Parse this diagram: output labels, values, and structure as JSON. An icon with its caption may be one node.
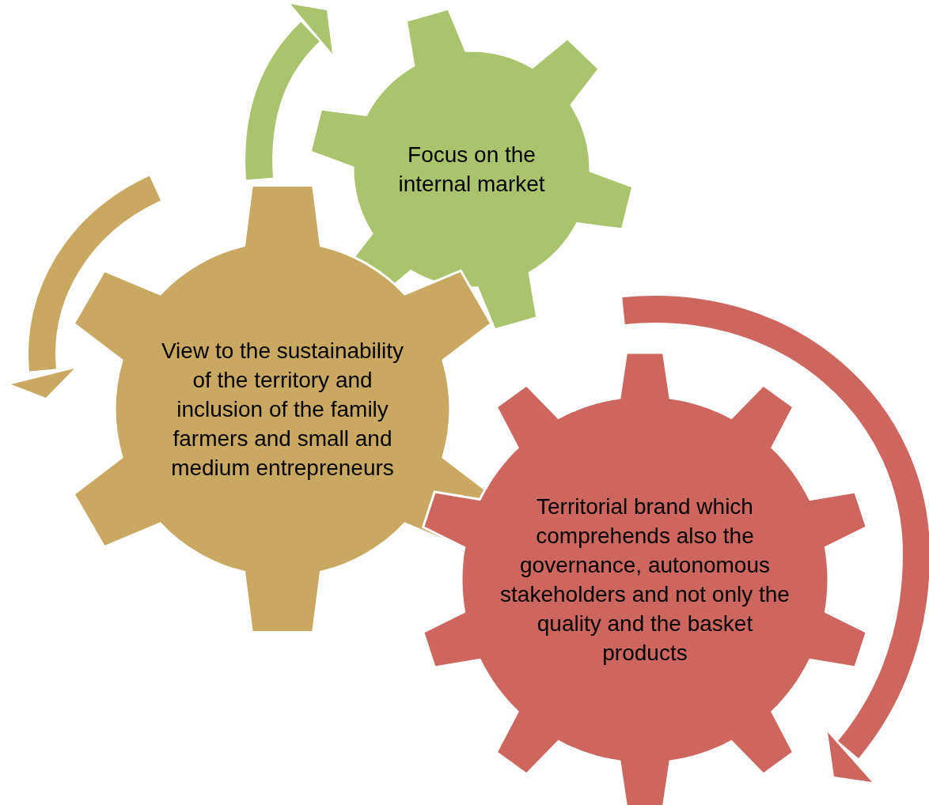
{
  "diagram": {
    "nodes": [
      {
        "text": [
          "Focus on the internal market"
        ]
      },
      {
        "text": [
          "View to the sustainability of the territory and inclusion of the family farmers and small and medium entrepreneurs"
        ]
      },
      {
        "text": [
          "Territorial brand which comprehends also the governance, autonomous stakeholders and not only the quality and the basket products"
        ]
      }
    ]
  }
}
